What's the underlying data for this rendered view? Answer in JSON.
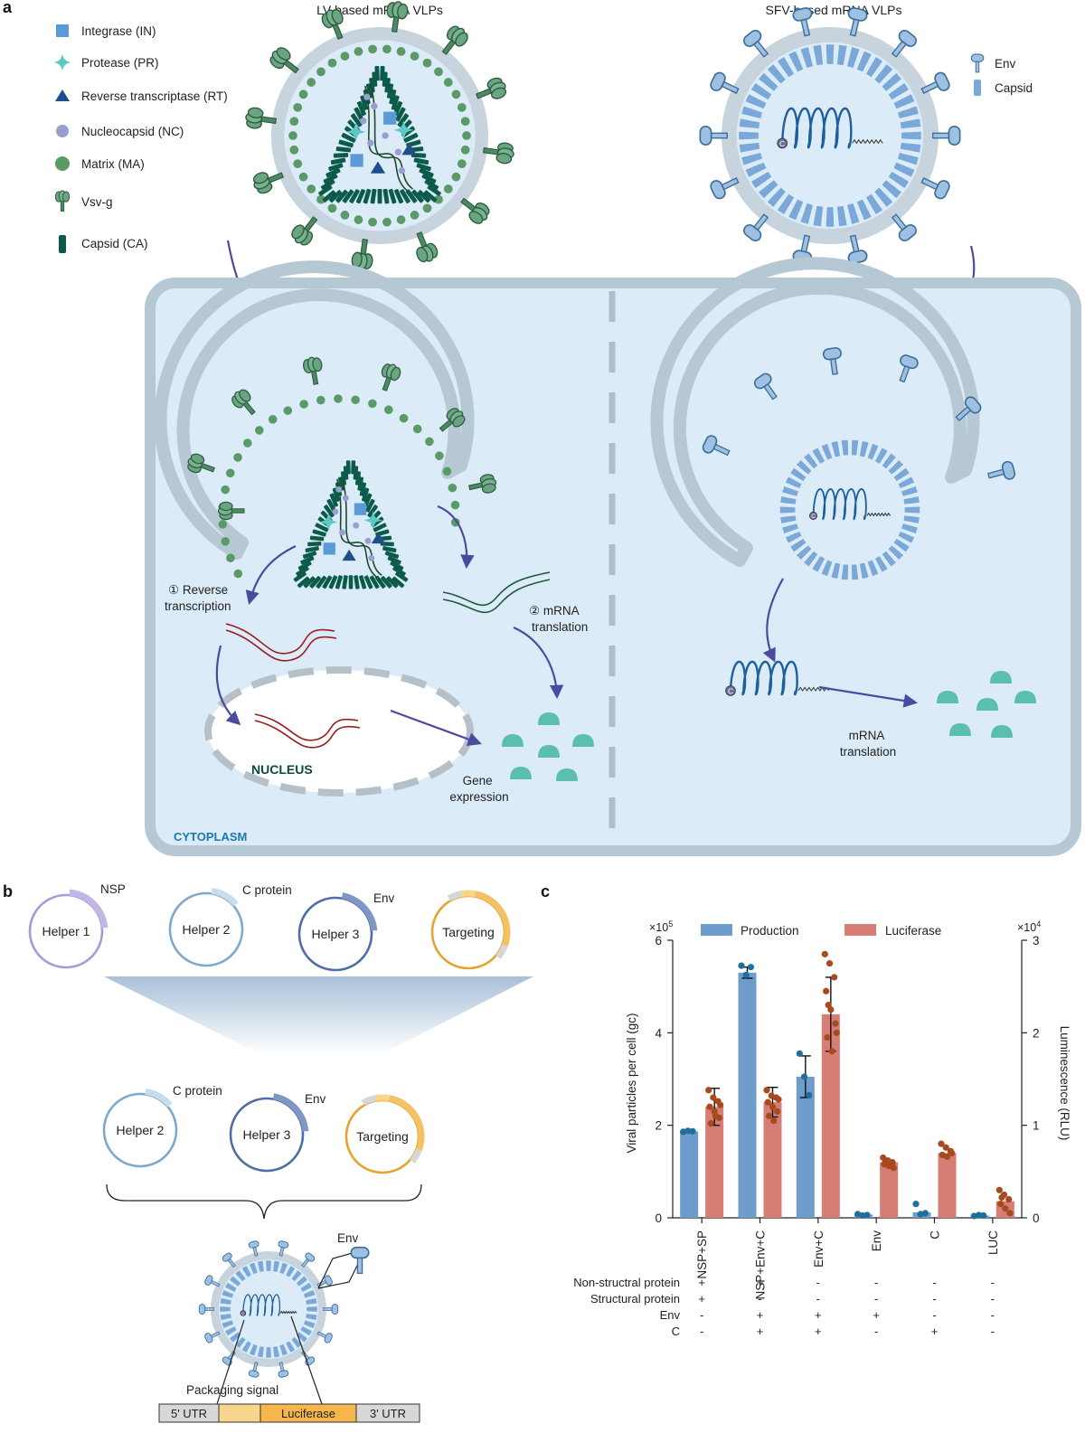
{
  "panels": {
    "a": "a",
    "b": "b",
    "c": "c"
  },
  "panel_a": {
    "lv_title": "LV-based mRNA VLPs",
    "sfv_title": "SFV-based mRNA VLPs",
    "legend_left": [
      {
        "label": "Integrase (IN)",
        "icon": "blue-square-icon"
      },
      {
        "label": "Protease (PR)",
        "icon": "cyan-star-icon"
      },
      {
        "label": "Reverse transcriptase (RT)",
        "icon": "navy-triangle-icon"
      },
      {
        "label": "Nucleocapsid (NC)",
        "icon": "lavender-dot-icon"
      },
      {
        "label": "Matrix (MA)",
        "icon": "green-dot-icon"
      },
      {
        "label": "Vsv-g",
        "icon": "vsvg-glycoprotein-icon"
      },
      {
        "label": "Capsid (CA)",
        "icon": "dark-green-bar-icon"
      }
    ],
    "legend_right": [
      {
        "label": "Env",
        "icon": "env-glycoprotein-icon"
      },
      {
        "label": "Capsid",
        "icon": "blue-bar-icon"
      }
    ],
    "reverse_transcription": [
      "① Reverse",
      "transcription"
    ],
    "mrna_translation_left": [
      "② mRNA",
      "translation"
    ],
    "nucleus": "NUCLEUS",
    "gene_expression": [
      "Gene",
      "expression"
    ],
    "mrna_translation_right": [
      "mRNA",
      "translation"
    ],
    "cytoplasm": "CYTOPLASM",
    "cap_letter": "C",
    "colors": {
      "cell": "#dcebf8",
      "cell_border": "#b6c8d3",
      "arrow": "#4a4aa0",
      "protein": "#5bbfae"
    }
  },
  "panel_b": {
    "top_plasmids": [
      {
        "name": "Helper 1",
        "insert": "NSP"
      },
      {
        "name": "Helper 2",
        "insert": "C protein"
      },
      {
        "name": "Helper 3",
        "insert": "Env"
      },
      {
        "name": "Targeting",
        "insert": ""
      }
    ],
    "bottom_plasmids": [
      {
        "name": "Helper 2",
        "insert": "C protein"
      },
      {
        "name": "Helper 3",
        "insert": "Env"
      },
      {
        "name": "Targeting",
        "insert": ""
      }
    ],
    "env_label": "Env",
    "packaging_signal": "Packaging signal",
    "construct": [
      "5' UTR",
      "",
      "Luciferase",
      "3' UTR"
    ]
  },
  "chart_data": {
    "type": "bar",
    "categories": [
      "NSP+SP",
      "NSP+Env+C",
      "Env+C",
      "Env",
      "C",
      "LUC"
    ],
    "series": [
      {
        "name": "Production",
        "axis": "left",
        "values": [
          1.87,
          5.3,
          3.05,
          0.07,
          0.12,
          0.05
        ],
        "error": [
          0,
          0.12,
          0.45,
          0,
          0,
          0
        ],
        "color": "#6e9ccb"
      },
      {
        "name": "Luciferase",
        "axis": "right",
        "values": [
          1.2,
          1.25,
          2.2,
          0.6,
          0.7,
          0.18
        ],
        "error": [
          0.2,
          0.16,
          0.4,
          0,
          0,
          0
        ],
        "color": "#d67d74"
      }
    ],
    "points": {
      "Production": [
        [
          1.86,
          1.88,
          1.87
        ],
        [
          5.45,
          5.25,
          5.42
        ],
        [
          3.55,
          3.05,
          2.65
        ],
        [
          0.08,
          0.05,
          0.06
        ],
        [
          0.3,
          0.08,
          0.1
        ],
        [
          0.04,
          0.06,
          0.05
        ]
      ],
      "Luciferase": [
        [
          1.38,
          1.3,
          1.26,
          1.2,
          1.15,
          1.08,
          1.02,
          1.1,
          1.22
        ],
        [
          1.38,
          1.32,
          1.3,
          1.25,
          1.2,
          1.15,
          1.1,
          1.05,
          1.28
        ],
        [
          2.85,
          2.75,
          2.6,
          2.45,
          2.25,
          2.1,
          1.95,
          1.8,
          2.0,
          2.3
        ],
        [
          0.65,
          0.62,
          0.6,
          0.58,
          0.56,
          0.54,
          0.6
        ],
        [
          0.8,
          0.76,
          0.72,
          0.68,
          0.66,
          0.7
        ],
        [
          0.3,
          0.25,
          0.2,
          0.15,
          0.1,
          0.05,
          0.22
        ]
      ]
    },
    "point_colors": {
      "Production": "#1f6e9c",
      "Luciferase": "#a84a1f"
    },
    "y_left": {
      "label": "Viral particles per cell (gc)",
      "multiplier": "×10",
      "exponent": "5",
      "ylim": [
        0,
        6
      ],
      "ticks": [
        0,
        2,
        4,
        6
      ]
    },
    "y_right": {
      "label": "Luminescence (RLU)",
      "multiplier": "×10",
      "exponent": "4",
      "ylim": [
        0,
        3
      ],
      "ticks": [
        0,
        1,
        2,
        3
      ]
    },
    "legend": "top",
    "table": {
      "rows": [
        {
          "label": "Non-structral protein",
          "values": [
            "+",
            "+",
            "-",
            "-",
            "-",
            "-"
          ]
        },
        {
          "label": "Structural protein",
          "values": [
            "+",
            "-",
            "-",
            "-",
            "-",
            "-"
          ]
        },
        {
          "label": "Env",
          "values": [
            "-",
            "+",
            "+",
            "+",
            "-",
            "-"
          ]
        },
        {
          "label": "C",
          "values": [
            "-",
            "+",
            "+",
            "-",
            "+",
            "-"
          ]
        }
      ]
    }
  }
}
